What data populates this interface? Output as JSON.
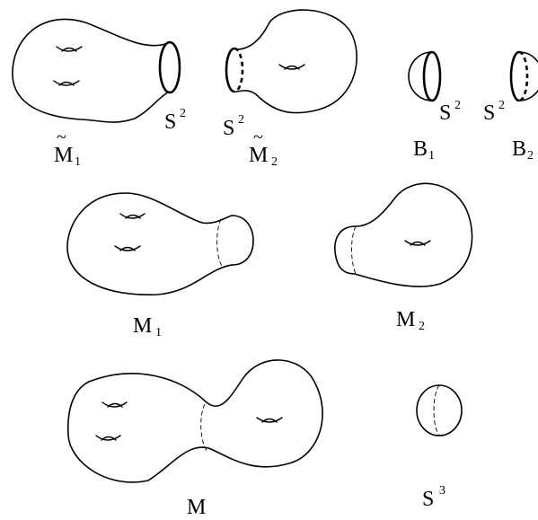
{
  "labels": {
    "m1_tilde": {
      "tilde": "~",
      "main": "M",
      "sub": "1"
    },
    "m2_tilde": {
      "tilde": "~",
      "main": "M",
      "sub": "2"
    },
    "sphere_a": {
      "main": "S",
      "sup": "2"
    },
    "sphere_b": {
      "main": "S",
      "sup": "2"
    },
    "sphere_c": {
      "main": "S",
      "sup": "2"
    },
    "sphere_d": {
      "main": "S",
      "sup": "2"
    },
    "ball_1": {
      "main": "B",
      "sub": "1"
    },
    "ball_2": {
      "main": "B",
      "sub": "2"
    },
    "m1": {
      "main": "M",
      "sub": "1"
    },
    "m2": {
      "main": "M",
      "sub": "2"
    },
    "m": {
      "main": "M"
    },
    "s3": {
      "main": "S",
      "sup": "3"
    }
  }
}
